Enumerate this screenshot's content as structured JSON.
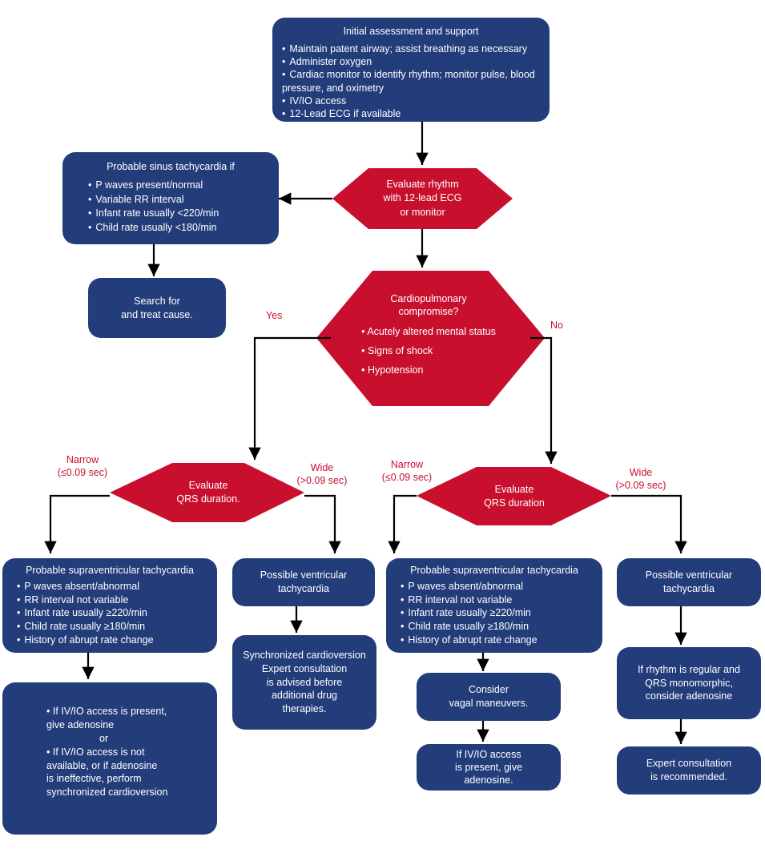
{
  "colors": {
    "node": "#233d7b",
    "decision": "#c8102e",
    "label": "#c8102e",
    "arrow": "#000000"
  },
  "initial": {
    "title": "Initial assessment and support",
    "items": [
      "Maintain patent airway; assist breathing as necessary",
      "Administer oxygen",
      "Cardiac monitor to identify rhythm; monitor pulse, blood pressure, and oximetry",
      "IV/IO access",
      "12-Lead ECG if available"
    ]
  },
  "evaluate_rhythm": {
    "text": "Evaluate rhythm\nwith 12-lead ECG\nor monitor"
  },
  "sinus": {
    "title": "Probable sinus tachycardia if",
    "items": [
      "P waves present/normal",
      "Variable RR interval",
      "Infant rate usually <220/min",
      "Child rate usually <180/min"
    ]
  },
  "search_cause": {
    "text": "Search for\nand treat cause."
  },
  "compromise": {
    "title": "Cardiopulmonary\ncompromise?",
    "items": [
      "Acutely altered mental status",
      "Signs of shock",
      "Hypotension"
    ]
  },
  "labels": {
    "yes": "Yes",
    "no": "No",
    "narrow_left": "Narrow\n(≤0.09 sec)",
    "wide_left": "Wide\n(>0.09 sec)",
    "narrow_right": "Narrow\n(≤0.09 sec)",
    "wide_right": "Wide\n(>0.09 sec)"
  },
  "qrs_left": {
    "text": "Evaluate\nQRS duration."
  },
  "qrs_right": {
    "text": "Evaluate\nQRS duration"
  },
  "svt_left": {
    "title": "Probable supraventricular tachycardia",
    "items": [
      "P waves absent/abnormal",
      "RR interval not variable",
      "Infant rate usually ≥220/min",
      "Child rate usually ≥180/min",
      "History of abrupt rate change"
    ]
  },
  "vt_left": {
    "text": "Possible ventricular\ntachycardia"
  },
  "adenosine_left": {
    "line1": "• If IV/IO access is present,\ngive adenosine",
    "or": "or",
    "line2": "• If IV/IO access is not\navailable, or if adenosine\nis ineffective, perform\nsynchronized cardioversion"
  },
  "cardioversion": {
    "text": "Synchronized cardioversion\nExpert consultation\nis advised before\nadditional drug\ntherapies."
  },
  "svt_right": {
    "title": "Probable supraventricular tachycardia",
    "items": [
      "P waves absent/abnormal",
      "RR interval not variable",
      "Infant rate usually ≥220/min",
      "Child rate usually ≥180/min",
      "History of abrupt rate change"
    ]
  },
  "vagal": {
    "text": "Consider\nvagal maneuvers."
  },
  "adenosine_right": {
    "text": "If IV/IO access\nis present, give\nadenosine."
  },
  "vt_right": {
    "text": "Possible ventricular\ntachycardia"
  },
  "regular": {
    "text": "If rhythm is regular and\nQRS monomorphic,\nconsider adenosine"
  },
  "expert": {
    "text": "Expert consultation\nis recommended."
  }
}
